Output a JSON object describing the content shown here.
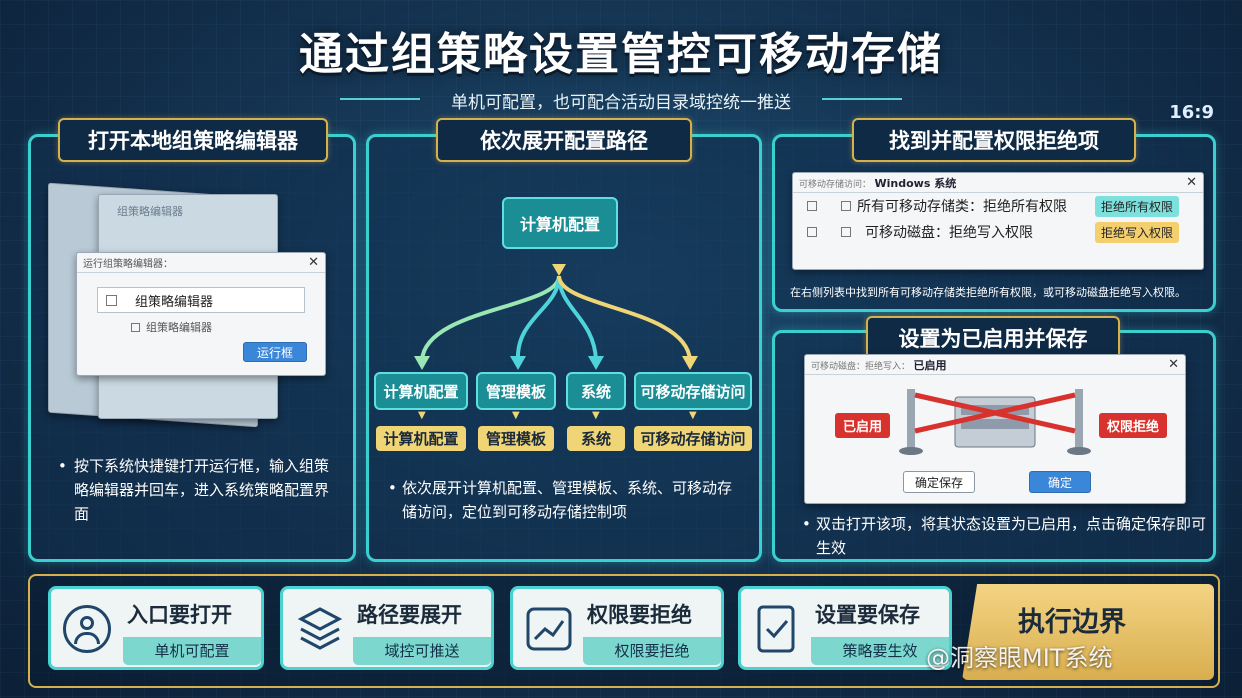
{
  "header": {
    "title": "通过组策略设置管控可移动存储",
    "subtitle": "单机可配置，也可配合活动目录域控统一推送",
    "ratio": "16:9"
  },
  "panel1": {
    "title": "打开本地组策略编辑器",
    "back_win_text": "组策略编辑器",
    "dialog_bar": "运行组策略编辑器：",
    "input_value": "组策略编辑器",
    "checkbox_label": "组策略编辑器",
    "run_button": "运行框",
    "bullet": "按下系统快捷键打开运行框，输入组策略编辑器并回车，进入系统策略配置界面"
  },
  "panel2": {
    "title": "依次展开配置路径",
    "root": "计算机配置",
    "branches": [
      "计算机配置",
      "管理模板",
      "系统",
      "可移动存储访问"
    ],
    "leaves": [
      "计算机配置",
      "管理模板",
      "系统",
      "可移动存储访问"
    ],
    "bullet": "依次展开计算机配置、管理模板、系统、可移动存储访问，定位到可移动存储控制项"
  },
  "panel3": {
    "title": "找到并配置权限拒绝项",
    "win_bar_left": "可移动存储访问：",
    "win_bar_title": "Windows 系统",
    "rows": [
      {
        "label": "所有可移动存储类：拒绝所有权限",
        "tag": "拒绝所有权限",
        "tag_color": "#7de0dc"
      },
      {
        "label": "可移动磁盘：拒绝写入权限",
        "tag": "拒绝写入权限",
        "tag_color": "#f3cf6e"
      }
    ],
    "note": "在右侧列表中找到所有可移动存储类拒绝所有权限，或可移动磁盘拒绝写入权限。"
  },
  "panel4": {
    "title": "设置为已启用并保存",
    "win_bar_left": "可移动磁盘：拒绝写入：",
    "win_bar_title": "已启用",
    "left_label": "已启用",
    "right_label": "权限拒绝",
    "confirm_save": "确定保存",
    "ok_button": "确定",
    "bullet": "双击打开该项，将其状态设置为已启用，点击确定保存即可生效"
  },
  "bottom": {
    "cards": [
      {
        "title": "入口要打开",
        "sub": "单机可配置",
        "icon": "user-icon"
      },
      {
        "title": "路径要展开",
        "sub": "域控可推送",
        "icon": "layers-icon"
      },
      {
        "title": "权限要拒绝",
        "sub": "权限要拒绝",
        "icon": "chart-icon"
      },
      {
        "title": "设置要保存",
        "sub": "策略要生效",
        "icon": "checklist-icon"
      }
    ],
    "boundary": "执行边界",
    "watermark": "@洞察眼MIT系统"
  },
  "colors": {
    "accent": "#3bd0d0",
    "gold": "#d7b04e",
    "red": "#d8322e",
    "yellow": "#f0d577"
  }
}
